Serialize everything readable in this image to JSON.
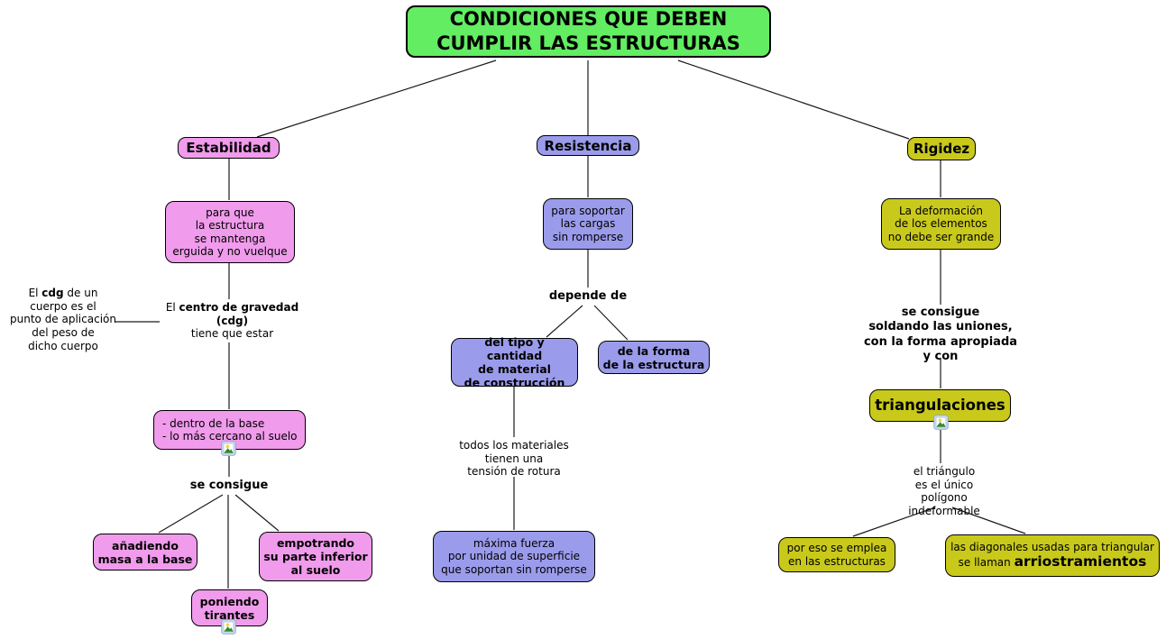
{
  "title": "CONDICIONES QUE DEBEN\nCUMPLIR LAS ESTRUCTURAS",
  "colors": {
    "title_green": "#62ED62",
    "estabilidad_pink": "#F09BEB",
    "resistencia_purple": "#9B9BEB",
    "rigidez_yellow": "#C9C91C",
    "connector_line": "#1B1B1B"
  },
  "icons": {
    "resource": "image-icon"
  },
  "estabilidad": {
    "label": "Estabilidad",
    "purpose": "para que\nla estructura\nse mantenga\nerguida y no vuelque",
    "cdg_note": {
      "pre": "El ",
      "bold": "cdg",
      "post": " de un\ncuerpo es el\npunto de aplicación\ndel peso de\ndicho cuerpo"
    },
    "cdg_statement": {
      "pre": "El ",
      "bold": "centro de gravedad\n(cdg)",
      "post": "\ntiene que estar"
    },
    "where": "- dentro de la base\n- lo más cercano al suelo",
    "connector": "se consigue",
    "methods": [
      "añadiendo\nmasa a la base",
      "empotrando\nsu parte inferior\nal suelo",
      "poniendo\ntirantes"
    ]
  },
  "resistencia": {
    "label": "Resistencia",
    "purpose": "para soportar\nlas cargas\nsin romperse",
    "connector": "depende de",
    "factors": [
      "del tipo y cantidad\nde material\nde construcción",
      "de la forma\nde la estructura"
    ],
    "materials_note": "todos los materiales\ntienen una\ntensión de rotura",
    "definition": "máxima fuerza\npor unidad de superficie\nque soportan sin romperse"
  },
  "rigidez": {
    "label": "Rigidez",
    "purpose": "La deformación\nde los elementos\nno debe ser grande",
    "connector": "se consigue\nsoldando las uniones,\ncon la forma apropiada\ny con",
    "key_concept": "triangulaciones",
    "triangle_note": "el triángulo\nes el único polígono\nindeformable",
    "consequence": "por eso se emplea\nen las estructuras",
    "diagonals": {
      "line1": "las diagonales usadas para triangular\n",
      "pre": "se llaman ",
      "bold": "arriostramientos"
    }
  }
}
